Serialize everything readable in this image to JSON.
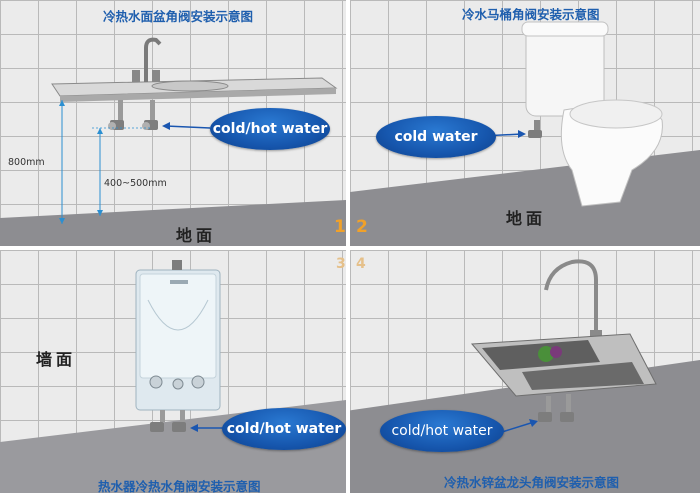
{
  "panel1": {
    "title": "冷热水面盆角阀安装示意图",
    "bubble": "cold/hot water",
    "dim_height_1": "800mm",
    "dim_height_2": "400~500mm",
    "floor_label": "地面"
  },
  "panel2": {
    "title": "冷水马桶角阀安装示意图",
    "bubble": "cold water",
    "floor_label": "地面"
  },
  "panel3": {
    "wall_label": "墙面",
    "bubble": "cold/hot water",
    "caption": "热水器冷热水角阀安装示意图"
  },
  "panel4": {
    "bubble": "cold/hot water",
    "caption": "冷热水锌盆龙头角阀安装示意图"
  },
  "numbers": {
    "n1": "1",
    "n2": "2",
    "n3": "3",
    "n4": "4"
  },
  "colors": {
    "title_blue": "#1f5fae",
    "bubble_blue": "#1656ad",
    "number_orange": "#f0a12a",
    "floor_gray": "#8d8d91"
  }
}
